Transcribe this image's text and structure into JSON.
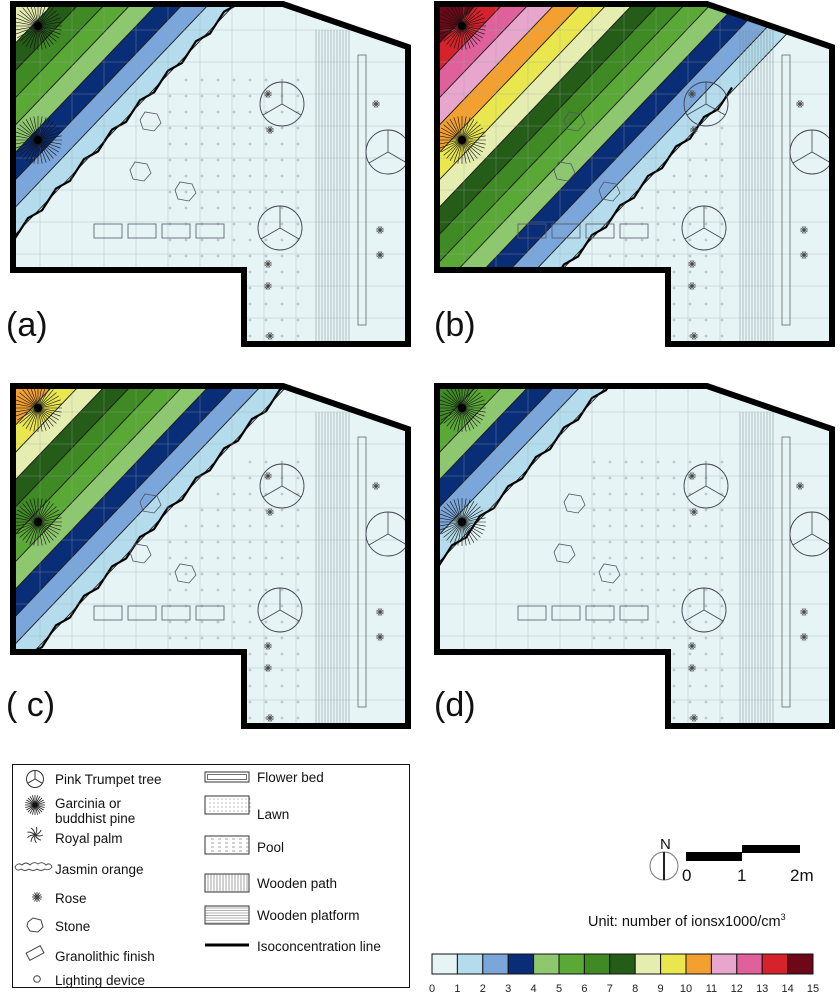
{
  "panels": [
    {
      "label": "(a)",
      "band_value": 8
    },
    {
      "label": "(b)",
      "band_value": 14
    },
    {
      "label": "( c)",
      "band_value": 10
    },
    {
      "label": "(d)",
      "band_value": 6
    }
  ],
  "legend": {
    "items_left": [
      {
        "label": "Pink Trumpet tree",
        "icon": "pink-trumpet-tree-icon"
      },
      {
        "label": "Garcinia or\nbuddhist pine",
        "icon": "garcinia-pine-icon"
      },
      {
        "label": "Royal palm",
        "icon": "royal-palm-icon"
      },
      {
        "label": "Jasmin orange",
        "icon": "jasmin-orange-icon"
      },
      {
        "label": "Rose",
        "icon": "rose-icon"
      },
      {
        "label": "Stone",
        "icon": "stone-icon"
      },
      {
        "label": "Granolithic finish",
        "icon": "granolithic-finish-icon"
      },
      {
        "label": "Lighting device",
        "icon": "lighting-device-icon"
      }
    ],
    "items_right": [
      {
        "label": "Flower bed",
        "icon": "flower-bed-icon"
      },
      {
        "label": "Lawn",
        "icon": "lawn-icon"
      },
      {
        "label": "Pool",
        "icon": "pool-icon"
      },
      {
        "label": "Wooden path",
        "icon": "wooden-path-icon"
      },
      {
        "label": "Wooden platform",
        "icon": "wooden-platform-icon"
      },
      {
        "label": "Isoconcentration line",
        "icon": "isoconcentration-line-icon"
      }
    ]
  },
  "north_label": "N",
  "scale_bar": {
    "labels": [
      "0",
      "1",
      "2m"
    ]
  },
  "unit": {
    "prefix": "Unit: number of ionsx1000/cm",
    "superscript": "3"
  },
  "colorbar": {
    "ticks": [
      "0",
      "1",
      "2",
      "3",
      "4",
      "5",
      "6",
      "7",
      "8",
      "9",
      "10",
      "11",
      "12",
      "13",
      "14",
      "15"
    ],
    "colors": [
      "#e6f4f6",
      "#b4dcec",
      "#7aa6dc",
      "#0a2d78",
      "#8ec86e",
      "#5aa836",
      "#3f8a24",
      "#245c18",
      "#e6edb0",
      "#eae64e",
      "#f4a030",
      "#e8a6cc",
      "#e0609c",
      "#d6222a",
      "#6e0818"
    ]
  }
}
